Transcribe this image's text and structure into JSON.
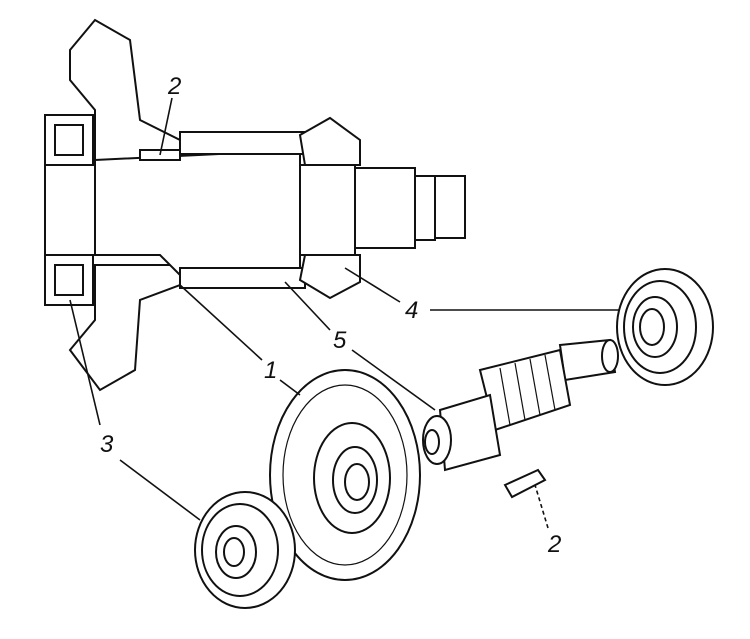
{
  "callouts": [
    {
      "id": "callout-2-top",
      "text": "2"
    },
    {
      "id": "callout-4",
      "text": "4"
    },
    {
      "id": "callout-5",
      "text": "5"
    },
    {
      "id": "callout-1",
      "text": "1"
    },
    {
      "id": "callout-3",
      "text": "3"
    },
    {
      "id": "callout-2-bottom",
      "text": "2"
    }
  ]
}
